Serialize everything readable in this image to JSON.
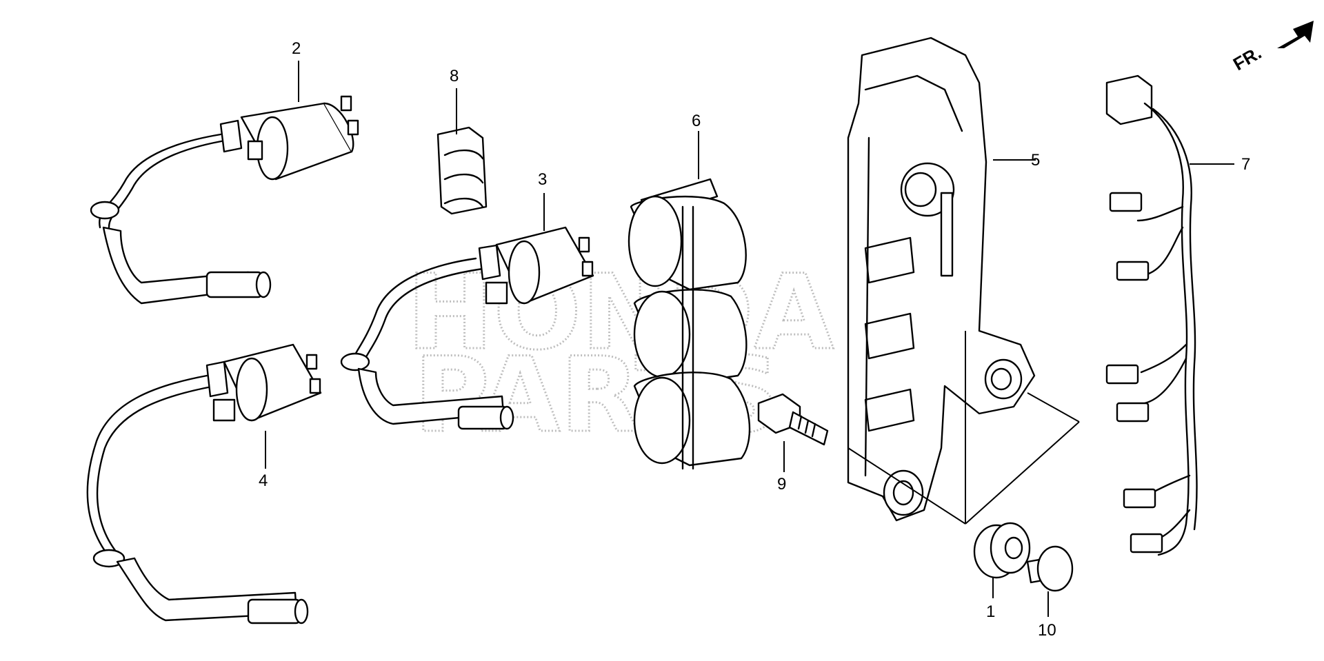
{
  "orientation_label": "FR.",
  "watermark": [
    "HONDA",
    "PARTS"
  ],
  "callouts": [
    "1",
    "2",
    "3",
    "4",
    "5",
    "6",
    "7",
    "8",
    "9",
    "10"
  ],
  "icons": {
    "direction": "arrow-right-up-icon"
  }
}
